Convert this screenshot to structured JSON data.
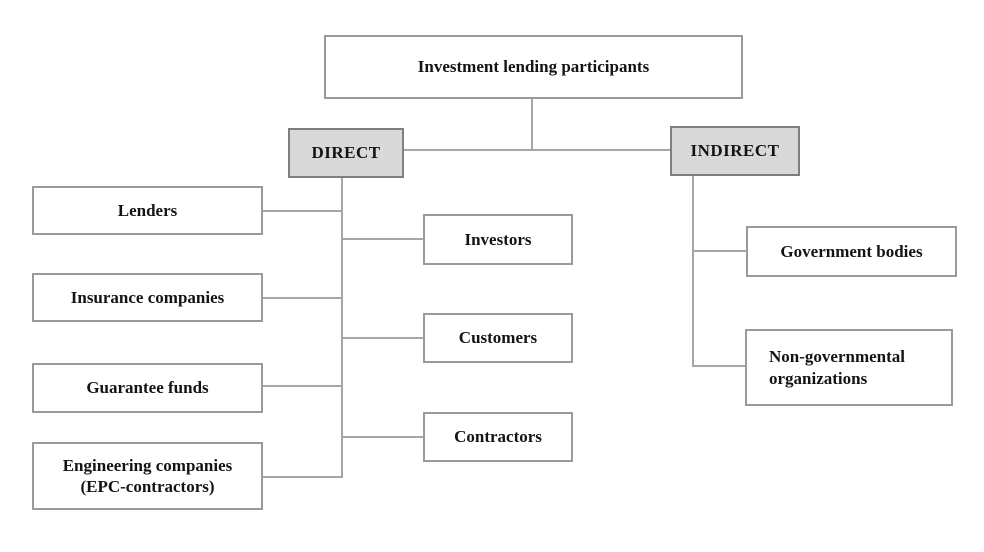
{
  "colors": {
    "background": "#ffffff",
    "box_fill": "#ffffff",
    "box_border": "#9a9a9a",
    "branch_fill": "#d9d9d9",
    "branch_border": "#7f7f7f",
    "connector_line": "#a6a6a6",
    "text": "#141414"
  },
  "diagram": {
    "root": {
      "label": "Investment lending participants"
    },
    "direct": {
      "label": "DIRECT",
      "left_children": {
        "lenders": {
          "label": "Lenders"
        },
        "insurance": {
          "label": "Insurance companies"
        },
        "guarantee": {
          "label": "Guarantee funds"
        },
        "engineering": {
          "label": "Engineering companies (EPC-contractors)"
        }
      },
      "right_children": {
        "investors": {
          "label": "Investors"
        },
        "customers": {
          "label": "Customers"
        },
        "contractors": {
          "label": "Contractors"
        }
      }
    },
    "indirect": {
      "label": "INDIRECT",
      "children": {
        "government": {
          "label": "Government bodies"
        },
        "ngo": {
          "label": "Non-governmental organizations"
        }
      }
    }
  }
}
